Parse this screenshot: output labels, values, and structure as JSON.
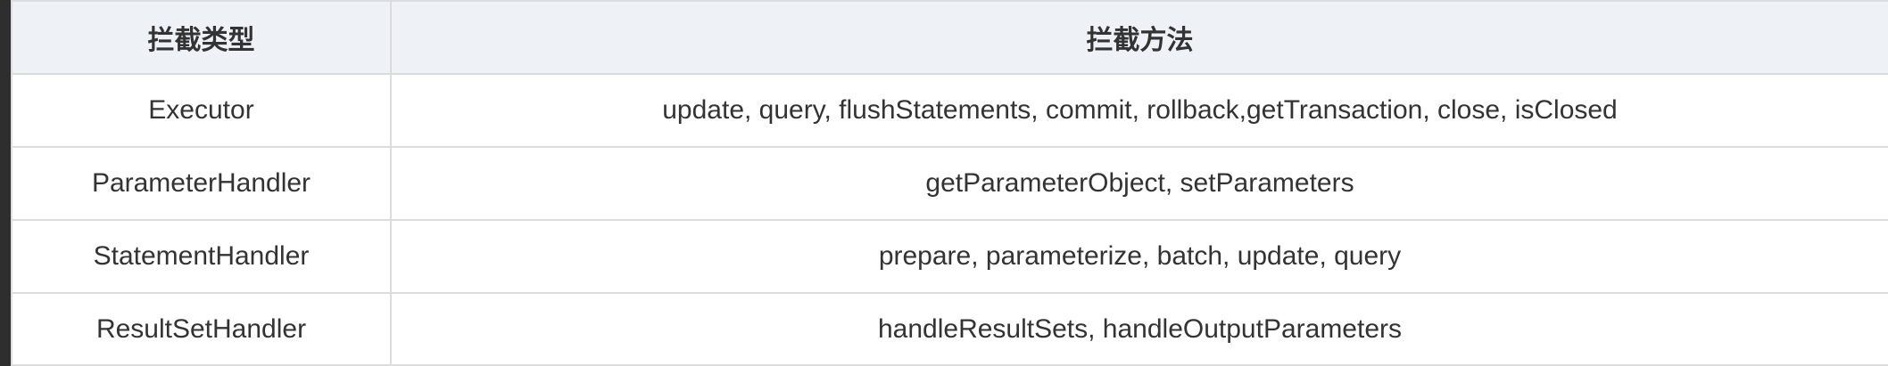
{
  "table": {
    "headers": [
      "拦截类型",
      "拦截方法"
    ],
    "rows": [
      {
        "type": "Executor",
        "methods": "update, query, flushStatements, commit, rollback,getTransaction, close, isClosed"
      },
      {
        "type": "ParameterHandler",
        "methods": "getParameterObject, setParameters"
      },
      {
        "type": "StatementHandler",
        "methods": "prepare, parameterize, batch, update, query"
      },
      {
        "type": "ResultSetHandler",
        "methods": "handleResultSets, handleOutputParameters"
      }
    ]
  }
}
